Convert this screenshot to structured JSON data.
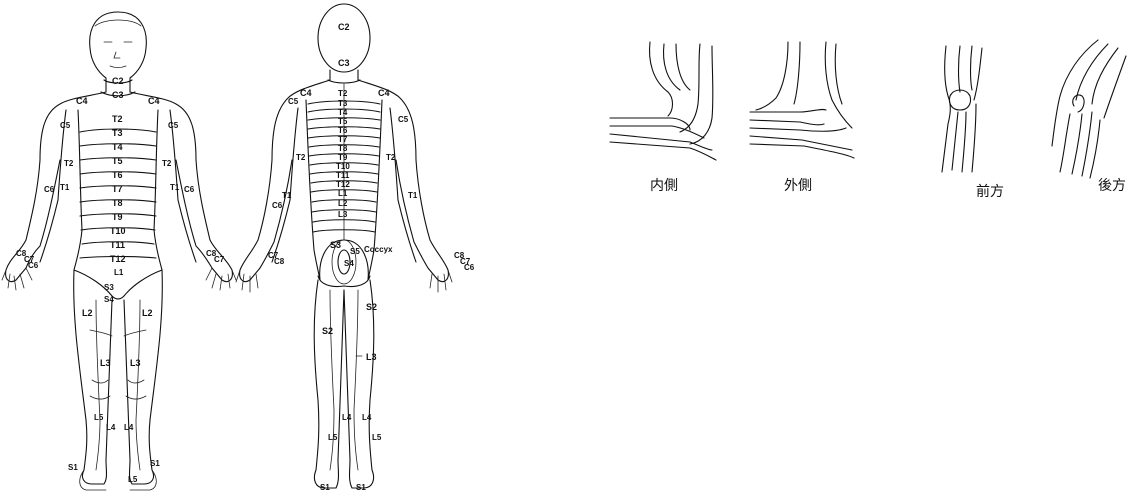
{
  "front": {
    "labels": [
      "C2",
      "C3",
      "C4",
      "C4",
      "C5",
      "C5",
      "T2",
      "T3",
      "T4",
      "T5",
      "T6",
      "T7",
      "T8",
      "T9",
      "T10",
      "T11",
      "T12",
      "T2",
      "T2",
      "C6",
      "T1",
      "T1",
      "C6",
      "L1",
      "S3",
      "S4",
      "L2",
      "L2",
      "L3",
      "L3",
      "L4",
      "L4",
      "L5",
      "L5",
      "S1",
      "S1",
      "C8",
      "C7",
      "C6",
      "C8",
      "C7"
    ]
  },
  "back": {
    "labels": [
      "C2",
      "C3",
      "C4",
      "C4",
      "C5",
      "C5",
      "T2",
      "T3",
      "T4",
      "T5",
      "T6",
      "T7",
      "T8",
      "T9",
      "T10",
      "T11",
      "T12",
      "L1",
      "L2",
      "L3",
      "T2",
      "T2",
      "T1",
      "T1",
      "C6",
      "C7",
      "C8",
      "C8",
      "C7",
      "C6",
      "S3",
      "S5",
      "S4",
      "Coccyx",
      "S2",
      "S2",
      "L3",
      "L4",
      "L4",
      "L5",
      "L5",
      "S1",
      "S1"
    ]
  },
  "elbow_captions": [
    "内側",
    "外側",
    "前方",
    "後方"
  ]
}
